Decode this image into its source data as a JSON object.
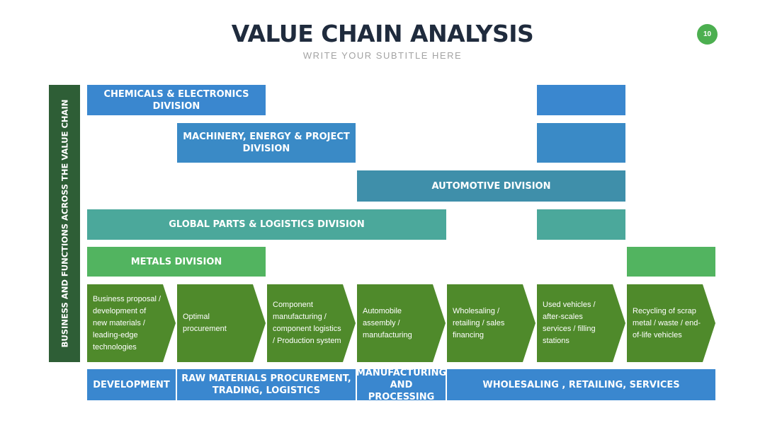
{
  "header": {
    "title": "VALUE CHAIN ANALYSIS",
    "subtitle": "WRITE YOUR SUBTITLE HERE",
    "page_number": "10"
  },
  "side_label": "BUSINESS AND FUNCTIONS ACROSS THE VALUE CHAIN",
  "divisions": {
    "chemicals": "CHEMICALS & ELECTRONICS DIVISION",
    "machinery": "MACHINERY, ENERGY & PROJECT DIVISION",
    "automotive": "AUTOMOTIVE DIVISION",
    "global_parts": "GLOBAL PARTS & LOGISTICS DIVISION",
    "metals": "METALS DIVISION"
  },
  "steps": [
    "Business proposal / development of new materials / leading-edge technologies",
    "Optimal procurement",
    "Component manufacturing / component logistics / Production system",
    "Automobile assembly / manufacturing",
    "Wholesaling / retailing / sales financing",
    "Used vehicles / after-scales services / filling stations",
    "Recycling of scrap metal / waste / end-of-life vehicles"
  ],
  "stages": {
    "development": "DEVELOPMENT",
    "raw_materials": "RAW MATERIALS PROCUREMENT, TRADING, LOGISTICS",
    "manufacturing": "MANUFACTURING AND PROCESSING",
    "wholesaling": "WHOLESALING , RETAILING, SERVICES"
  },
  "colors": {
    "title": "#1f2b3d",
    "side_bar": "#2e5e36",
    "division_blue": "#3a87cf",
    "division_teal": "#3f8faa",
    "division_teal_green": "#4ba89b",
    "division_green": "#52b460",
    "step_green": "#4f8a2b",
    "page_badge": "#4caf50"
  }
}
